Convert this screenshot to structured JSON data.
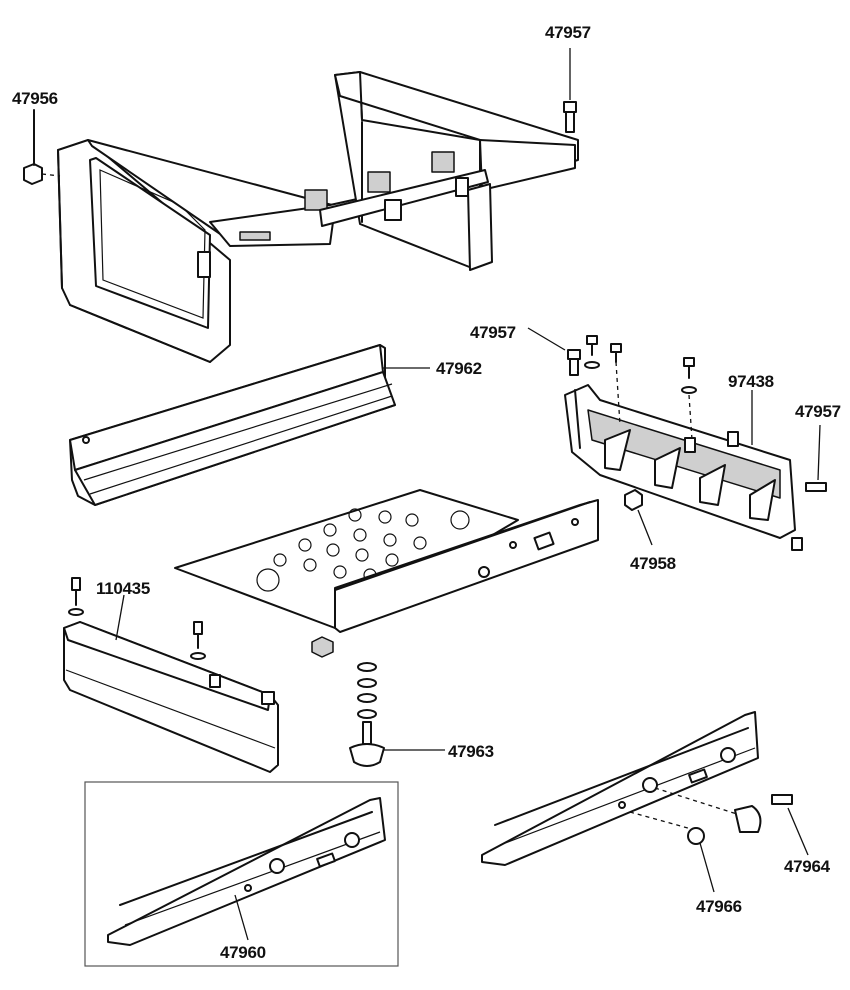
{
  "labels": {
    "screw_top": "47957",
    "clip_left": "47956",
    "screw_mid": "47957",
    "rail": "47962",
    "end_bracket": "97438",
    "screw_right": "47957",
    "clip_nut": "47958",
    "front_trim": "110435",
    "foot": "47963",
    "side_rail_boxed": "47960",
    "cap": "47964",
    "plug": "47966"
  },
  "colors": {
    "line": "#111111",
    "fill": "#ffffff",
    "shade": "#cfcfcf"
  }
}
